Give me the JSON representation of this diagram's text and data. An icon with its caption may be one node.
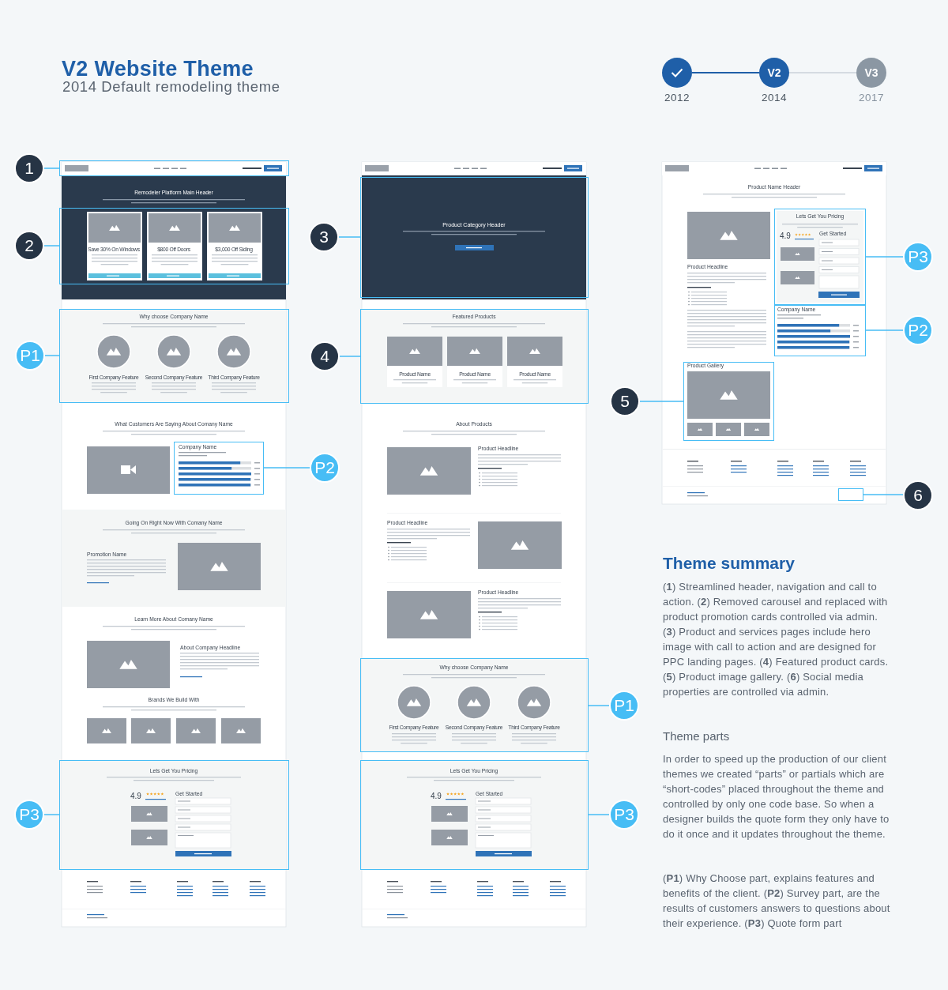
{
  "diagram": {
    "title": "V2 Website Theme",
    "nodes": [
      {
        "text": [],
        "shape": "circle",
        "beside": [
          "2012"
        ]
      },
      {
        "text": [
          "V2"
        ],
        "beside": [
          "2014"
        ]
      },
      {
        "text": [
          "V3"
        ],
        "beside": [
          "2017"
        ]
      },
      {
        "text": [
          "1"
        ]
      },
      {
        "text": [],
        "shape": "box"
      },
      {
        "text": [
          "2"
        ]
      },
      {
        "text": [],
        "shape": "box"
      },
      {
        "text": [
          "P1"
        ]
      },
      {
        "text": [],
        "shape": "box"
      },
      {
        "text": [
          "P2"
        ]
      },
      {
        "text": [],
        "shape": "box"
      },
      {
        "text": [
          "P3"
        ]
      },
      {
        "text": [],
        "shape": "box"
      },
      {
        "text": [
          "3"
        ]
      },
      {
        "text": [],
        "shape": "box"
      },
      {
        "text": [
          "4"
        ]
      },
      {
        "text": [],
        "shape": "box"
      },
      {
        "text": [
          "P1"
        ]
      },
      {
        "text": [],
        "shape": "box"
      },
      {
        "text": [
          "P3"
        ]
      },
      {
        "text": [],
        "shape": "box"
      },
      {
        "text": [],
        "shape": "box"
      },
      {
        "text": [
          "P3"
        ]
      },
      {
        "text": [],
        "shape": "box"
      },
      {
        "text": [
          "P2"
        ]
      },
      {
        "text": [
          "5"
        ]
      },
      {
        "text": [],
        "shape": "box"
      },
      {
        "text": [],
        "shape": "box"
      },
      {
        "text": [
          "6"
        ]
      }
    ],
    "edges": [
      {
        "from": 0,
        "to": 1,
        "arrow": "none",
        "color": "#1f5fa8"
      },
      {
        "from": 1,
        "to": 2,
        "arrow": "none",
        "color": "#d5dbe1"
      },
      {
        "from": 3,
        "to": 4,
        "arrow": "none"
      },
      {
        "from": 5,
        "to": 6,
        "arrow": "none"
      },
      {
        "from": 7,
        "to": 8,
        "arrow": "none"
      },
      {
        "from": 9,
        "to": 10,
        "arrow": "none"
      },
      {
        "from": 11,
        "to": 12,
        "arrow": "none"
      },
      {
        "from": 13,
        "to": 14,
        "arrow": "none"
      },
      {
        "from": 15,
        "to": 16,
        "arrow": "none"
      },
      {
        "from": 17,
        "to": 18,
        "arrow": "none"
      },
      {
        "from": 19,
        "to": 20,
        "arrow": "none"
      },
      {
        "from": 22,
        "to": 21,
        "arrow": "none"
      },
      {
        "from": 24,
        "to": 23,
        "arrow": "none"
      },
      {
        "from": 25,
        "to": 26,
        "arrow": "none"
      },
      {
        "from": 28,
        "to": 27,
        "arrow": "none"
      }
    ],
    "labels": [
      "2014 Default remodeling theme",
      "Remodeler Platform Main Header",
      "Save 30% On Windows",
      "$800 Off Doors",
      "$3,000 Off Siding",
      "Why choose Company Name",
      "First Company Feature",
      "Second Company Feature",
      "Third Company Feature",
      "What Customers Are Saying About Comany Name",
      "Company Name",
      "Going On Right Now With Comany Name",
      "Promotion Name",
      "Learn More About Comany Name",
      "About Company Headline",
      "Brands We Build With",
      "Lets Get You Pricing",
      "4.9",
      "Get Started",
      "Product Category Header",
      "Featured Products",
      "Product Name",
      "Product Name",
      "Product Name",
      "About Products",
      "Product Headline",
      "Product Headline",
      "Product Headline",
      "Why choose Company Name",
      "First Company Feature",
      "Second Company Feature",
      "Third Company Feature",
      "Lets Get You Pricing",
      "4.9",
      "Get Started",
      "Product Name Header",
      "Product Headline",
      "Lets Get You Pricing",
      "4.9",
      "Get Started",
      "Company Name",
      "Product Gallery",
      "Theme summary",
      "(**1**) Streamlined header, navigation and call to action. (**2**) Removed carousel and replaced with product promotion cards controlled via admin. (**3**) Product and services pages include hero image with call to action and are designed for PPC landing pages. (**4**) Featured product cards. (**5**) Product image gallery. (**6**) Social media properties are controlled via admin.",
      "Theme parts",
      "In order to speed up the production of our client themes we created “parts” or partials which are “short-codes” placed throughout the theme and controlled by only one code base. So when a designer builds the quote form they only have to do it once and it updates throughout the theme.",
      "(**P1**) Why Choose part, explains features and benefits of the client. (**P2**) Survey part, are the results of customers answers to questions about their experience. (**P3**) Quote form part"
    ]
  }
}
